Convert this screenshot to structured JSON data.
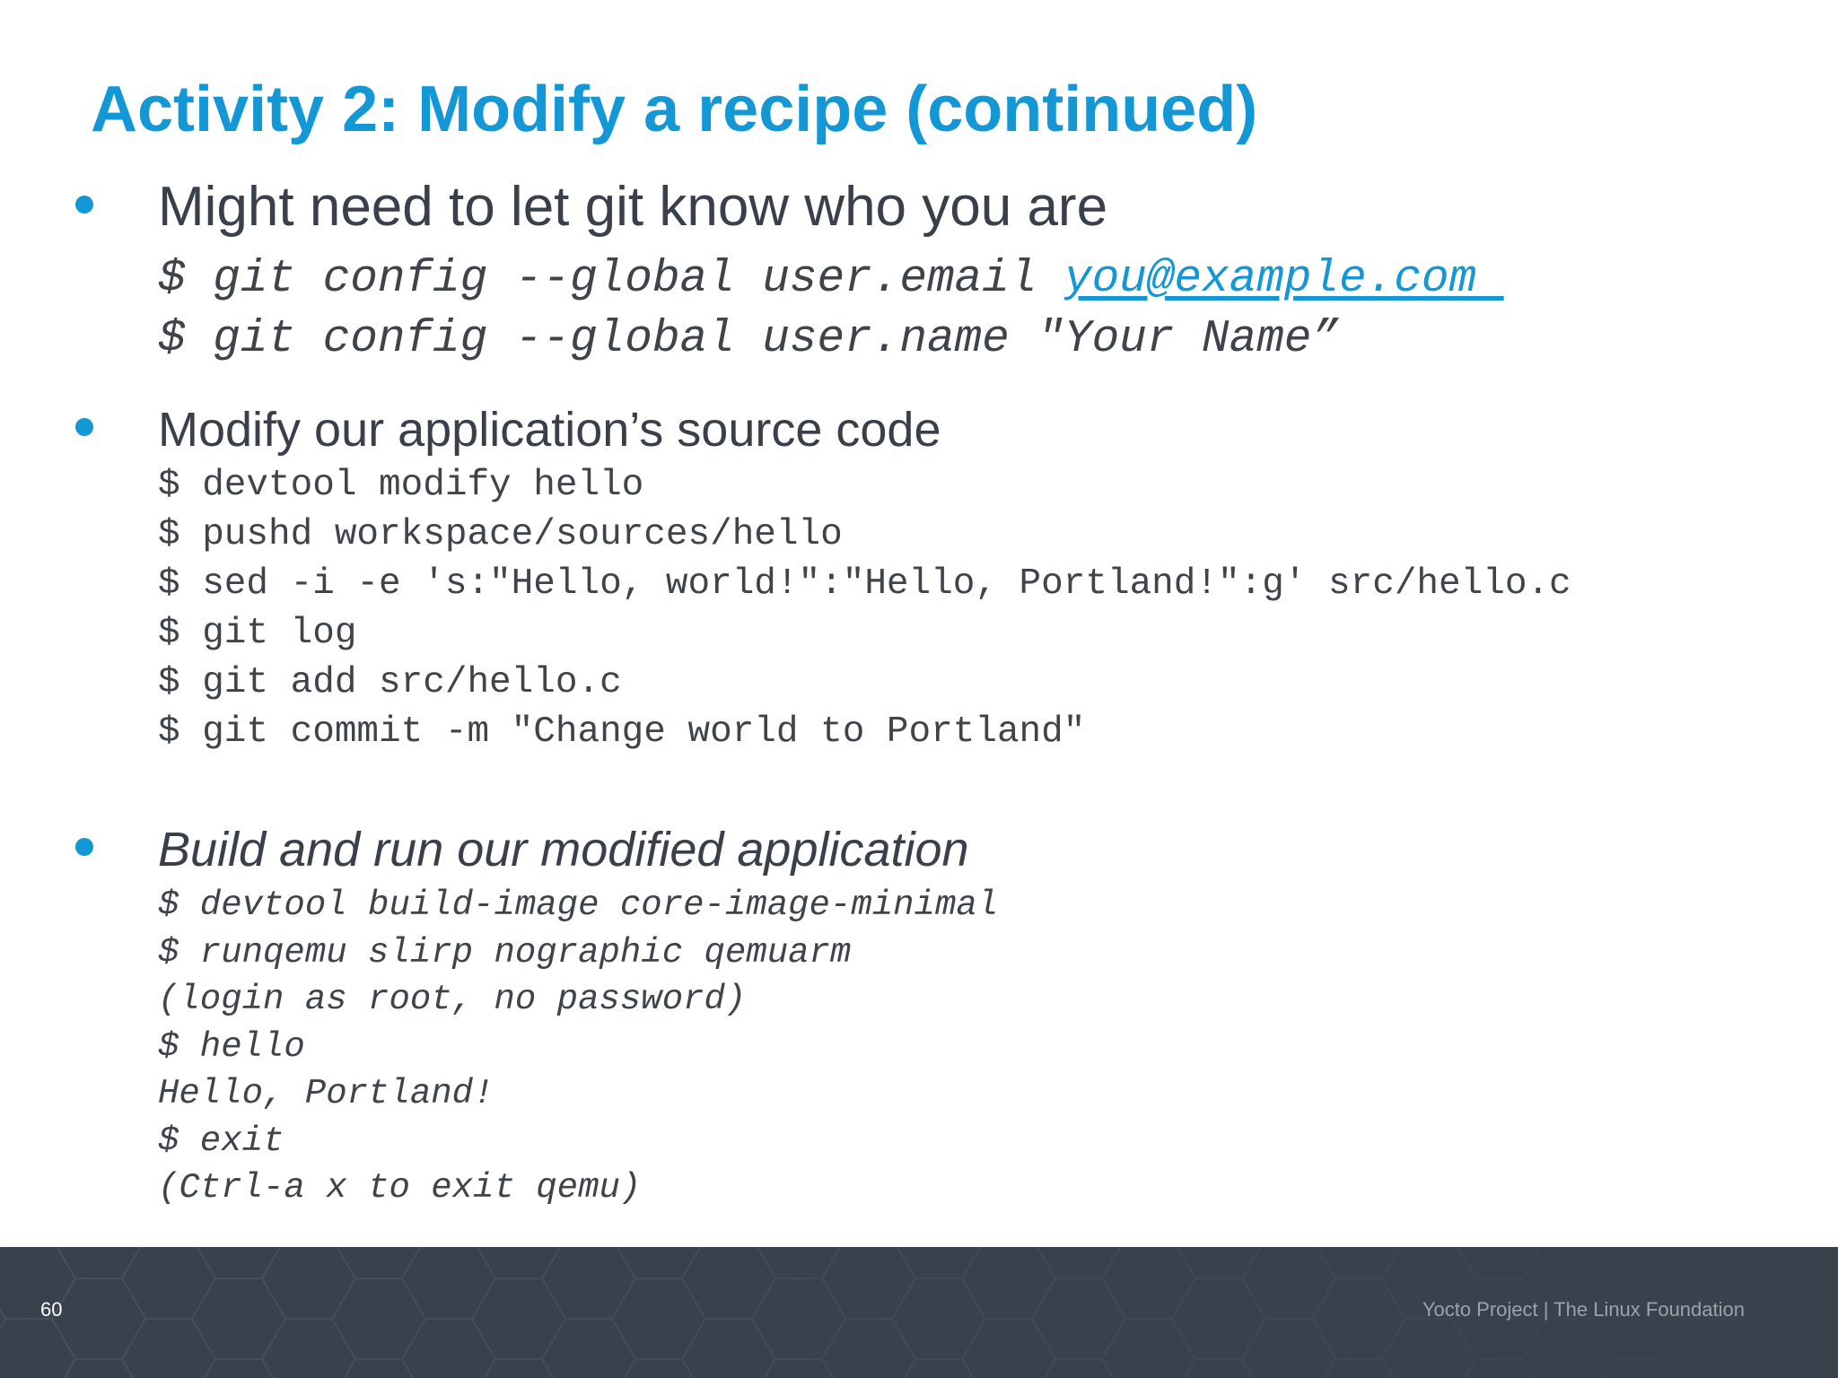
{
  "slide": {
    "title": "Activity 2: Modify a recipe (continued)"
  },
  "bullets": [
    {
      "text": "Might need to let git know who you are",
      "code": [
        {
          "prefix": "$ git config --global user.email ",
          "link": "you@example.com "
        },
        {
          "text": "$ git config --global user.name \"Your Name”"
        }
      ]
    },
    {
      "text": "Modify our application’s source code",
      "code": [
        "$ devtool modify hello",
        "$ pushd workspace/sources/hello",
        "$ sed -i -e 's:\"Hello, world!\":\"Hello, Portland!\":g' src/hello.c",
        "$ git log",
        "$ git add src/hello.c",
        "$ git commit -m \"Change world to Portland\""
      ]
    },
    {
      "text": "Build and run our modified application",
      "code": [
        "$ devtool build-image core-image-minimal",
        "$ runqemu slirp nographic qemuarm",
        "(login as root, no password)",
        "$ hello",
        "Hello, Portland!",
        "$ exit",
        "(Ctrl-a x to exit qemu)"
      ]
    }
  ],
  "footer": {
    "page_number": "60",
    "credit": "Yocto Project | The Linux Foundation"
  },
  "colors": {
    "accent": "#1498d5",
    "text": "#3a4049",
    "footer_bg": "#39424c"
  }
}
